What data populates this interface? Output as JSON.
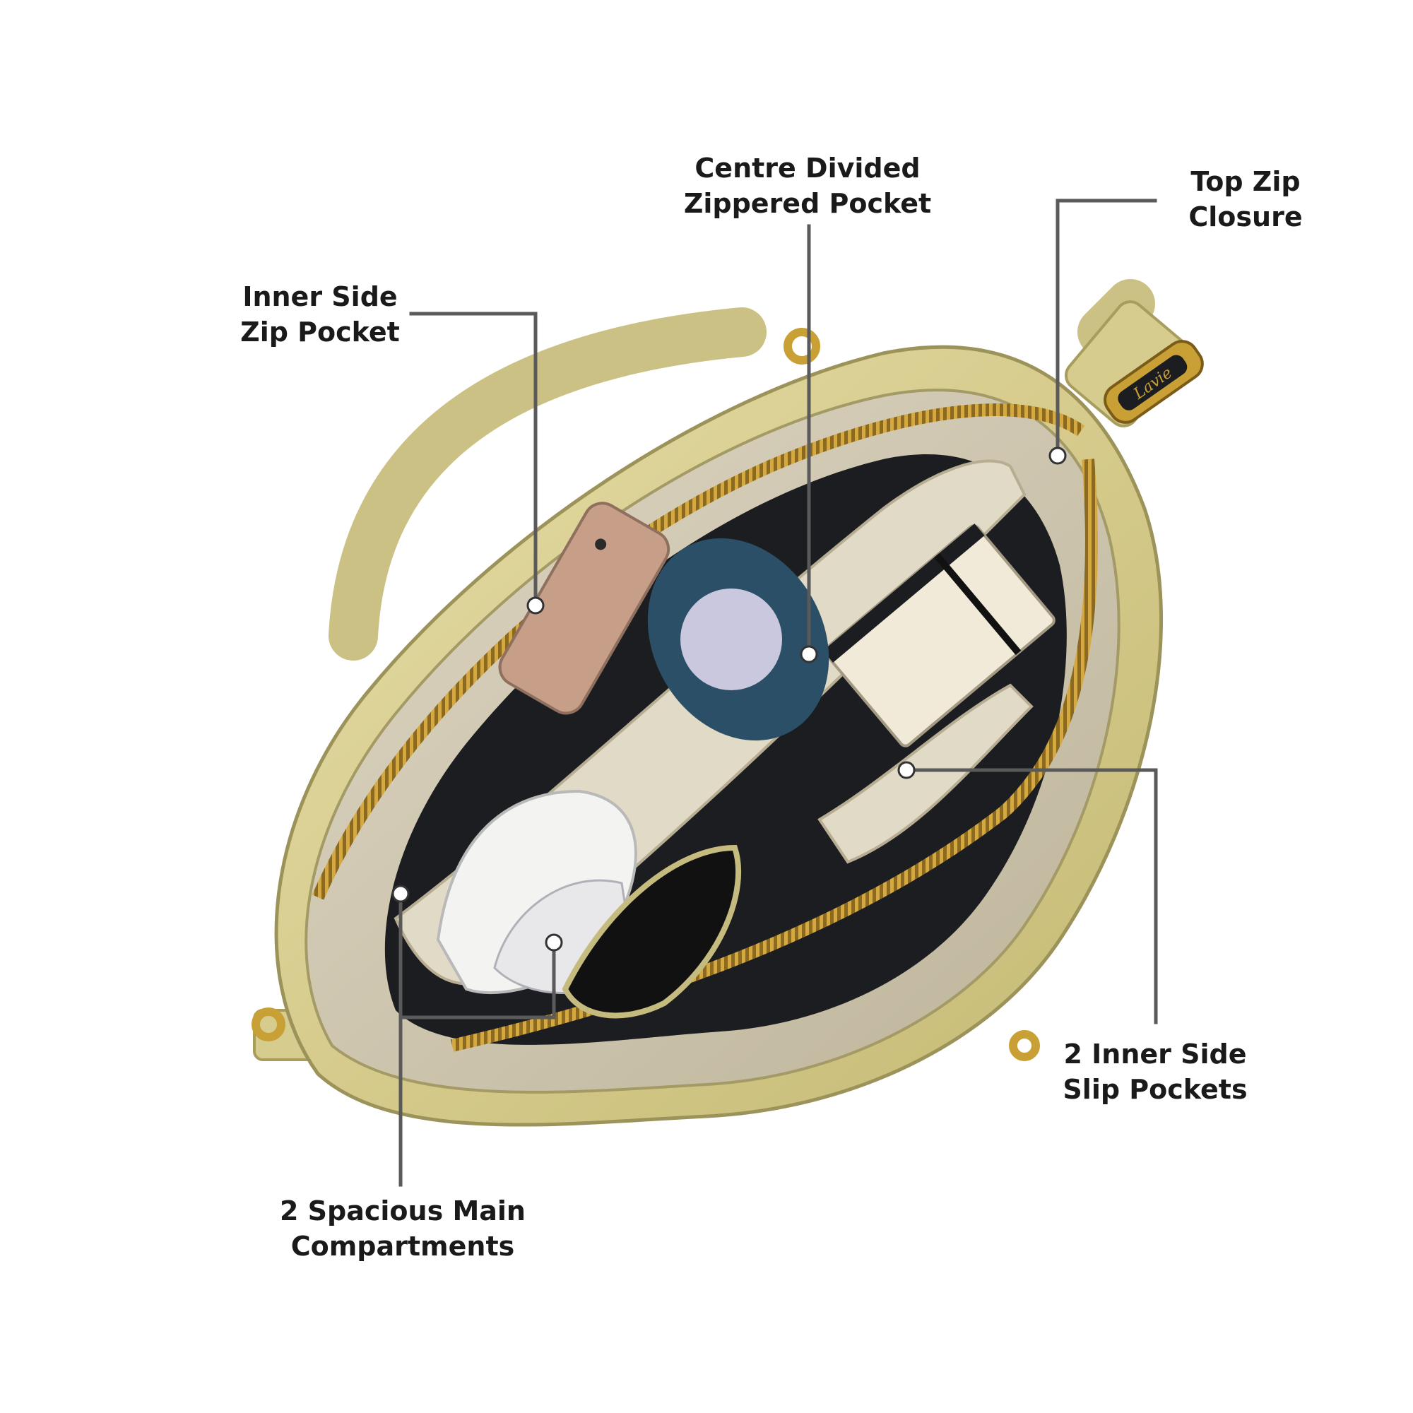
{
  "callouts": [
    {
      "id": "inner-side-zip-pocket",
      "lines": [
        "Inner Side",
        "Zip Pocket"
      ]
    },
    {
      "id": "centre-divided-zippered-pocket",
      "lines": [
        "Centre Divided",
        "Zippered Pocket"
      ]
    },
    {
      "id": "top-zip-closure",
      "lines": [
        "Top Zip",
        "Closure"
      ]
    },
    {
      "id": "inner-side-slip-pockets",
      "lines": [
        "2 Inner Side",
        "Slip Pockets"
      ]
    },
    {
      "id": "spacious-main-compartments",
      "lines": [
        "2 Spacious Main",
        "Compartments"
      ]
    }
  ],
  "brand": "Lavie",
  "colors": {
    "leather": "#d9cf97",
    "leather_shadow": "#b5ab6a",
    "lining": "#cfc7b0",
    "interior_dark": "#1b1d20",
    "zipper_gold": "#b8892c",
    "leader_line": "#5a5a5a",
    "dot": "#ffffff"
  }
}
